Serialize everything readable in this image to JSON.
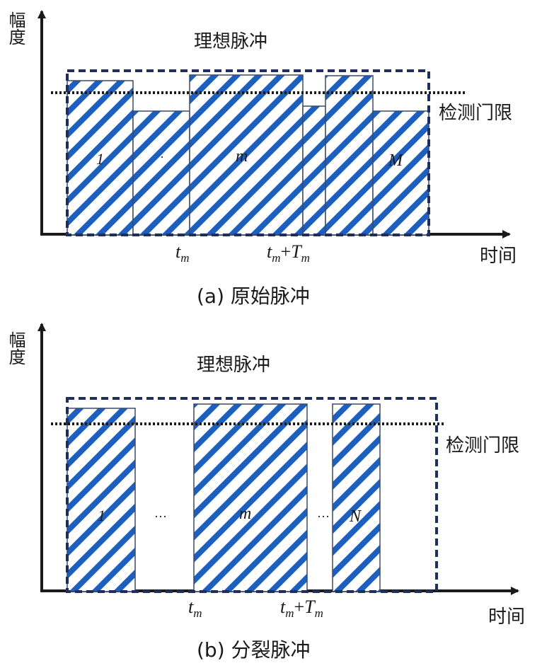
{
  "colors": {
    "stripe": "#1d5fbf",
    "bar_border": "#3b4a66",
    "ideal_box": "#1e2e60",
    "axis": "#1a1a1a",
    "threshold": "#1a1a1a"
  },
  "panels": [
    {
      "caption": "(a) 原始脉冲",
      "y_axis_label": "幅度",
      "x_axis_label": "时间",
      "ideal_pulse_label": "理想脉冲",
      "threshold_label": "检测门限",
      "bar_labels": [
        "1",
        "·",
        "m",
        "",
        "M"
      ],
      "ticks": [
        {
          "base": "t",
          "sub": "m",
          "plus": "",
          "base2": "",
          "sub2": ""
        },
        {
          "base": "t",
          "sub": "m",
          "plus": "+",
          "base2": "T",
          "sub2": "m"
        }
      ]
    },
    {
      "caption": "(b) 分裂脉冲",
      "y_axis_label": "幅度",
      "x_axis_label": "时间",
      "ideal_pulse_label": "理想脉冲",
      "threshold_label": "检测门限",
      "bar_labels": [
        "1",
        "m",
        "N"
      ],
      "ellipses": [
        "…",
        "…"
      ],
      "ticks": [
        {
          "base": "t",
          "sub": "m",
          "plus": "",
          "base2": "",
          "sub2": ""
        },
        {
          "base": "t",
          "sub": "m",
          "plus": "+",
          "base2": "T",
          "sub2": "m"
        }
      ]
    }
  ]
}
